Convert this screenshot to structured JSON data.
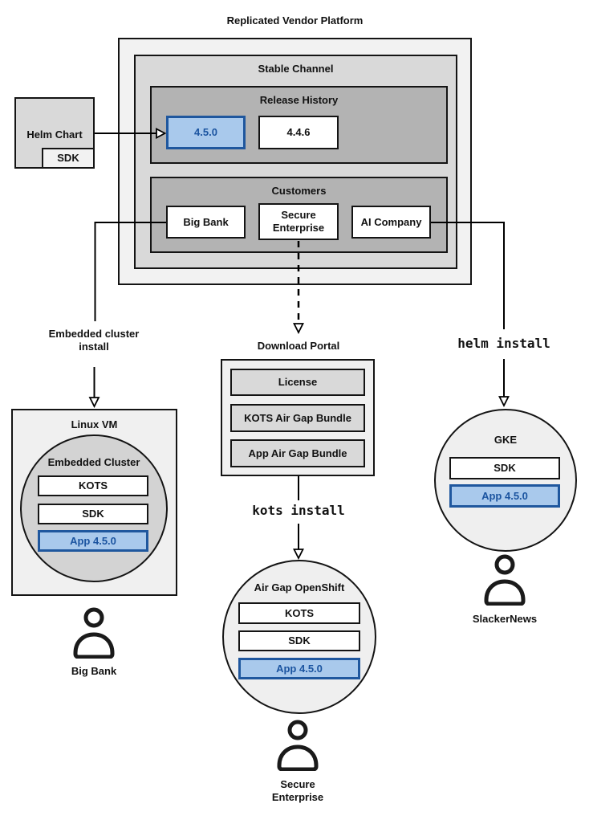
{
  "title": "Replicated Vendor Platform",
  "platform": {
    "channel": "Stable Channel",
    "release_history": {
      "title": "Release History",
      "current_version": "4.5.0",
      "previous_version": "4.4.6"
    },
    "customers": {
      "title": "Customers",
      "big_bank": "Big Bank",
      "secure_enterprise": "Secure\nEnterprise",
      "ai_company": "AI Company"
    }
  },
  "helm_chart": {
    "title": "Helm Chart",
    "sdk": "SDK"
  },
  "left_flow": {
    "install_method": "Embedded cluster\ninstall",
    "vm": "Linux VM",
    "cluster": "Embedded Cluster",
    "components": [
      "KOTS",
      "SDK",
      "App 4.5.0"
    ],
    "persona": "Big Bank"
  },
  "middle_flow": {
    "portal": {
      "title": "Download Portal",
      "items": [
        "License",
        "KOTS Air Gap Bundle",
        "App Air Gap Bundle"
      ]
    },
    "install_method": "kots install",
    "cluster": "Air Gap OpenShift",
    "components": [
      "KOTS",
      "SDK",
      "App 4.5.0"
    ],
    "persona": "Secure\nEnterprise"
  },
  "right_flow": {
    "install_method": "helm install",
    "cluster": "GKE",
    "components": [
      "SDK",
      "App 4.5.0"
    ],
    "persona": "SlackerNews"
  },
  "colors": {
    "highlight_fill": "#A9C9EC",
    "highlight_border": "#1F579E",
    "highlight_text": "#1B54A0",
    "box_gray_dark": "#B3B3B3",
    "box_gray_mid": "#D9D9D9",
    "box_gray_light": "#F2F2F2",
    "line": "#000000"
  }
}
